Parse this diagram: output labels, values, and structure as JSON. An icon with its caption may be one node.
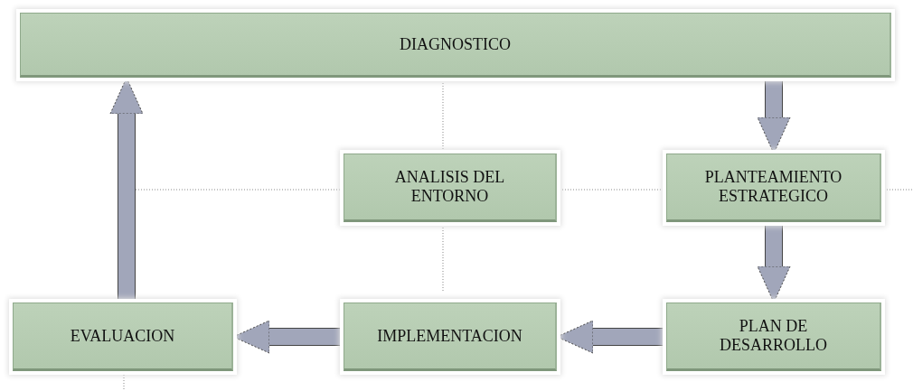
{
  "diagram": {
    "nodes": [
      {
        "text": [
          "DIAGNOSTICO"
        ]
      },
      {
        "text": [
          "ANALISIS DEL ENTORNO"
        ]
      },
      {
        "text": [
          "PLANTEAMIENTO ESTRATEGICO"
        ]
      },
      {
        "text": [
          "EVALUACION"
        ]
      },
      {
        "text": [
          "IMPLEMENTACION"
        ]
      },
      {
        "text": [
          "PLAN DE DESARROLLO"
        ]
      }
    ],
    "edges": [
      {
        "from": 0,
        "to": 2,
        "arrow": "to"
      },
      {
        "from": 2,
        "to": 5,
        "arrow": "to"
      },
      {
        "from": 5,
        "to": 4,
        "arrow": "to"
      },
      {
        "from": 4,
        "to": 3,
        "arrow": "to"
      },
      {
        "from": 3,
        "to": 0,
        "arrow": "to"
      }
    ]
  }
}
